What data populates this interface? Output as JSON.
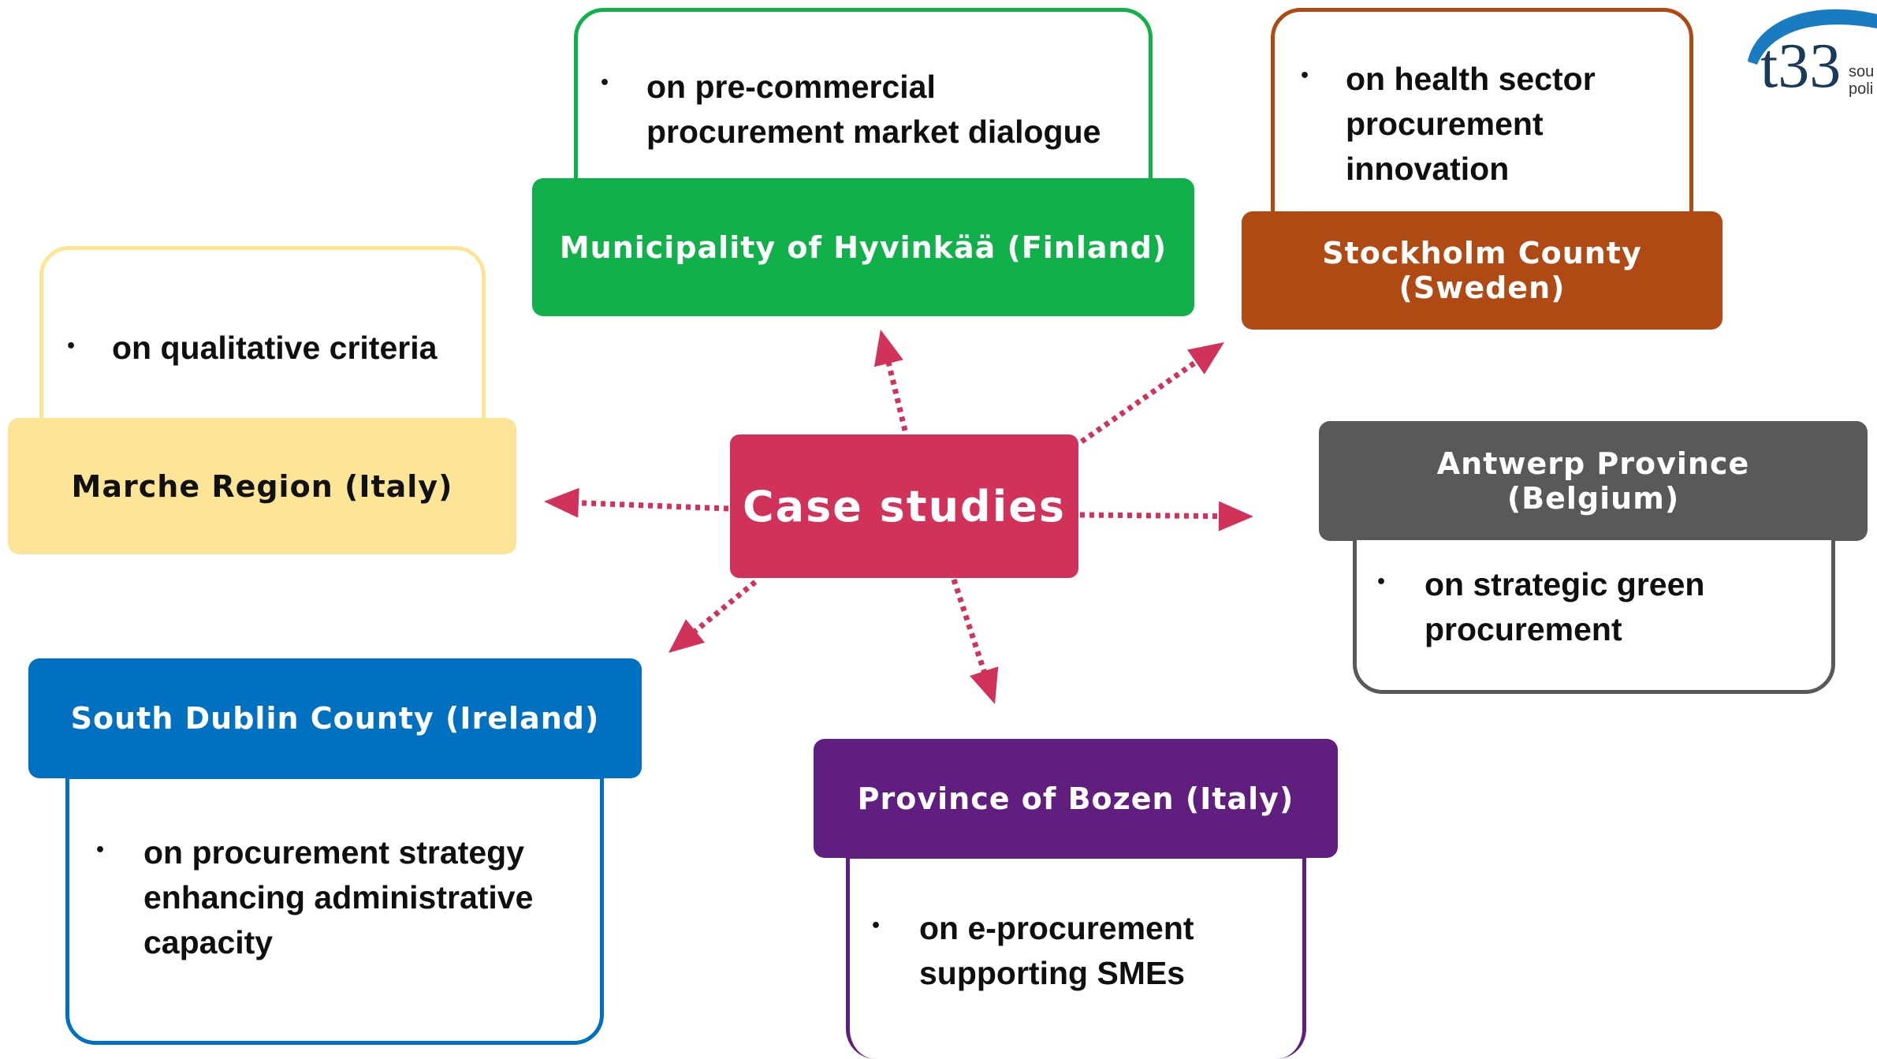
{
  "center": {
    "label": "Case studies",
    "color": "#d0325a"
  },
  "arrow_color": "#d0325a",
  "cases": [
    {
      "id": "hyvinkaa",
      "title": "Municipality of Hyvinkää (Finland)",
      "lines": [
        "on pre-commercial",
        "procurement market dialogue"
      ],
      "color": "#12b04b"
    },
    {
      "id": "stockholm",
      "title": "Stockholm County\n(Sweden)",
      "lines": [
        "on health sector",
        "procurement",
        "innovation"
      ],
      "color": "#b04a14"
    },
    {
      "id": "marche",
      "title": "Marche Region (Italy)",
      "lines": [
        "on qualitative criteria"
      ],
      "color": "#fde598",
      "title_color": "#111111",
      "border": "#fde598"
    },
    {
      "id": "antwerp",
      "title": "Antwerp Province\n(Belgium)",
      "lines": [
        "on strategic green",
        "procurement"
      ],
      "color": "#595959",
      "border": "#595959"
    },
    {
      "id": "dublin",
      "title": "South Dublin County (Ireland)",
      "lines": [
        "on procurement strategy",
        "enhancing administrative",
        "capacity"
      ],
      "color": "#0070c0"
    },
    {
      "id": "bozen",
      "title": "Province of Bozen (Italy)",
      "lines": [
        "on e-procurement",
        "supporting SMEs"
      ],
      "color": "#601e7e"
    }
  ],
  "bullet_char": "•",
  "logo": {
    "text": "t33",
    "side_text_1": "sou",
    "side_text_2": "poli",
    "color": "#1a7bc0"
  }
}
